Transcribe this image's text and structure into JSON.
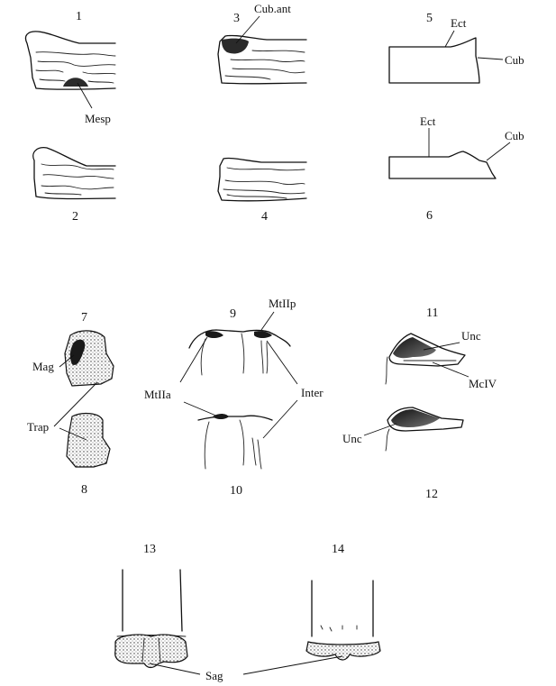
{
  "figure_numbers": [
    "1",
    "2",
    "3",
    "4",
    "5",
    "6",
    "7",
    "8",
    "9",
    "10",
    "11",
    "12",
    "13",
    "14"
  ],
  "labels": {
    "mesp": "Mesp",
    "cub_ant": "Cub.ant",
    "ect_5": "Ect",
    "cub_5": "Cub",
    "ect_6": "Ect",
    "cub_6": "Cub",
    "mtiip": "MtIIp",
    "mag": "Mag",
    "trap": "Trap",
    "mtiia": "MtIIa",
    "inter": "Inter",
    "unc_11": "Unc",
    "mciv": "McIV",
    "unc_12": "Unc",
    "sag": "Sag"
  }
}
